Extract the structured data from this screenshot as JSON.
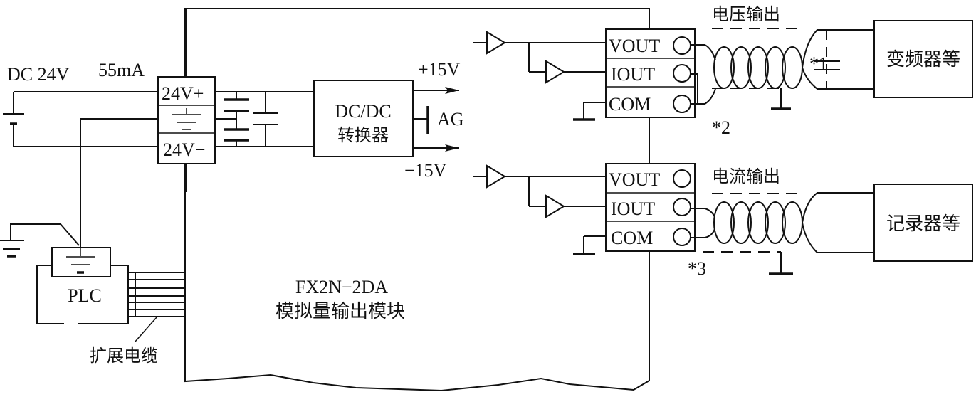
{
  "diagram": {
    "title": "FX2N-2DA wiring diagram",
    "power": {
      "supply_label": "DC 24V",
      "current_label": "55mA",
      "terminal_plus": "24V+",
      "terminal_minus": "24V−"
    },
    "converter": {
      "line1": "DC/DC",
      "line2": "转换器",
      "plus_out": "+15V",
      "minus_out": "−15V",
      "ground_label": "AG"
    },
    "module": {
      "model": "FX2N−2DA",
      "name": "模拟量输出模块"
    },
    "plc": {
      "label": "PLC",
      "cable_label": "扩展电缆"
    },
    "channel1": {
      "terminals": [
        "VOUT",
        "IOUT",
        "COM"
      ],
      "output_label": "电压输出",
      "device_label": "变频器等",
      "note_cap": "*1",
      "note_short": "*2"
    },
    "channel2": {
      "terminals": [
        "VOUT",
        "IOUT",
        "COM"
      ],
      "output_label": "电流输出",
      "device_label": "记录器等",
      "note": "*3"
    }
  }
}
